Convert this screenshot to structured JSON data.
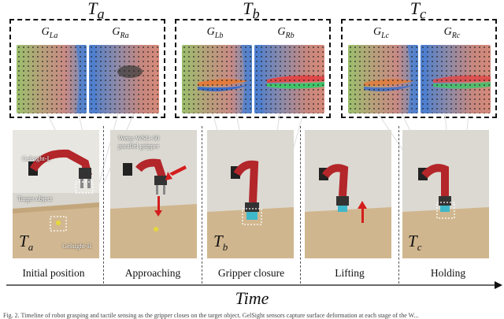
{
  "time_labels": [
    {
      "main": "T",
      "sub": "a"
    },
    {
      "main": "T",
      "sub": "b"
    },
    {
      "main": "T",
      "sub": "c"
    }
  ],
  "gelsight_labels": [
    {
      "main": "G",
      "sub": "La"
    },
    {
      "main": "G",
      "sub": "Ra"
    },
    {
      "main": "G",
      "sub": "Lb"
    },
    {
      "main": "G",
      "sub": "Rb"
    },
    {
      "main": "G",
      "sub": "Lc"
    },
    {
      "main": "G",
      "sub": "Rc"
    }
  ],
  "photo_annotations": {
    "gelsight_l": "Gelsight-L",
    "target_object": "Target object",
    "gelsight_r": "Gelsight-R",
    "gripper_line1": "Weiss WSG-50",
    "gripper_line2": "parallel gripper"
  },
  "step_labels": [
    "Initial position",
    "Approaching",
    "Gripper closure",
    "Lifting",
    "Holding"
  ],
  "photo_t_labels": [
    {
      "main": "T",
      "sub": "a"
    },
    {
      "main": "T",
      "sub": "b"
    },
    {
      "main": "T",
      "sub": "c"
    }
  ],
  "axis_label": "Time",
  "caption": "Fig. 2. Timeline of robot grasping and tactile sensing as the gripper closes on the target object. GelSight sensors capture surface deformation at each stage of the W...",
  "colors": {
    "robot_red": "#b3262a",
    "arrow_red": "#d41e1e",
    "dot_box": "#ffffff"
  }
}
